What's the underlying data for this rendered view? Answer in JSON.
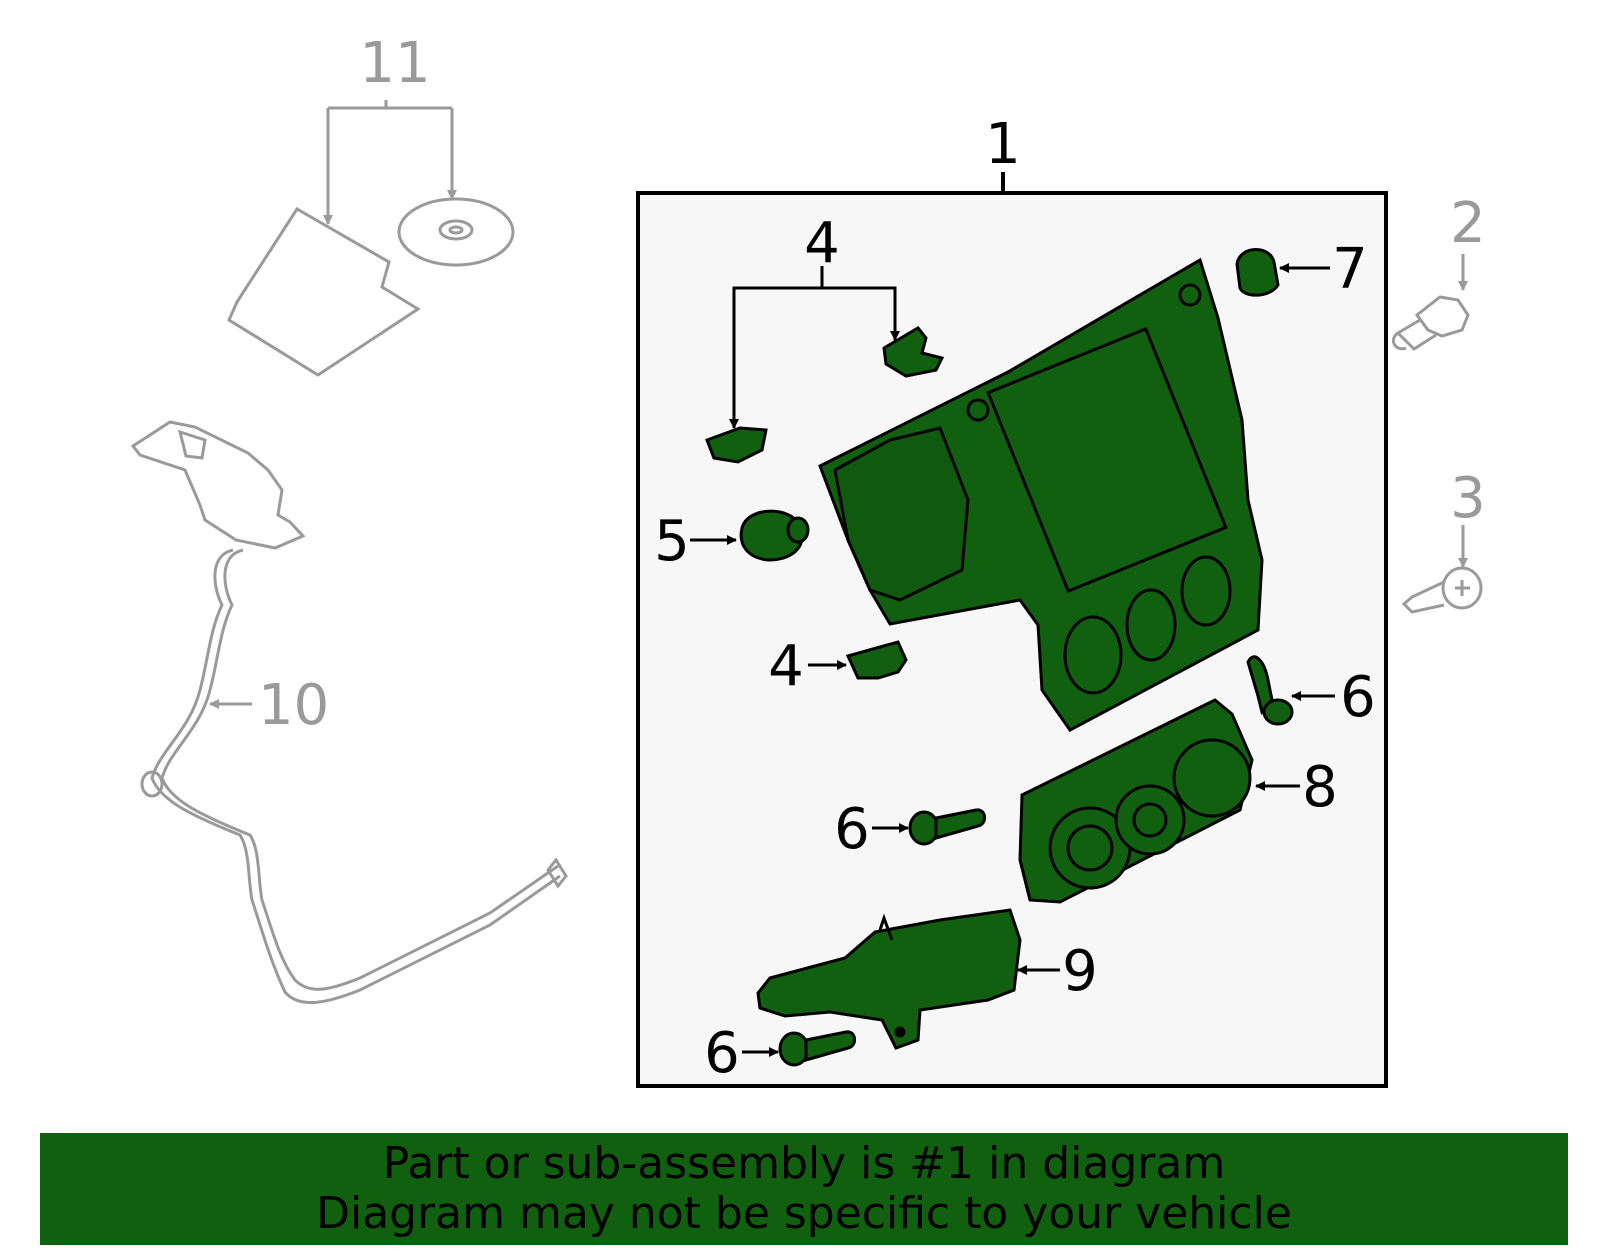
{
  "colors": {
    "part_fill": "#106010",
    "part_stroke": "#000000",
    "dim_part": "#9a9a9a",
    "box_bg": "#f7f7f7",
    "banner_bg": "#106010"
  },
  "callouts": {
    "c1": "1",
    "c2": "2",
    "c3": "3",
    "c4_top": "4",
    "c4_lower": "4",
    "c5": "5",
    "c6_right": "6",
    "c6_mid": "6",
    "c6_bottom": "6",
    "c7": "7",
    "c8": "8",
    "c9": "9",
    "c10": "10",
    "c11": "11"
  },
  "banner": {
    "line1": "Part or sub-assembly is #1 in diagram",
    "line2": "Diagram may not be specific to your vehicle"
  }
}
